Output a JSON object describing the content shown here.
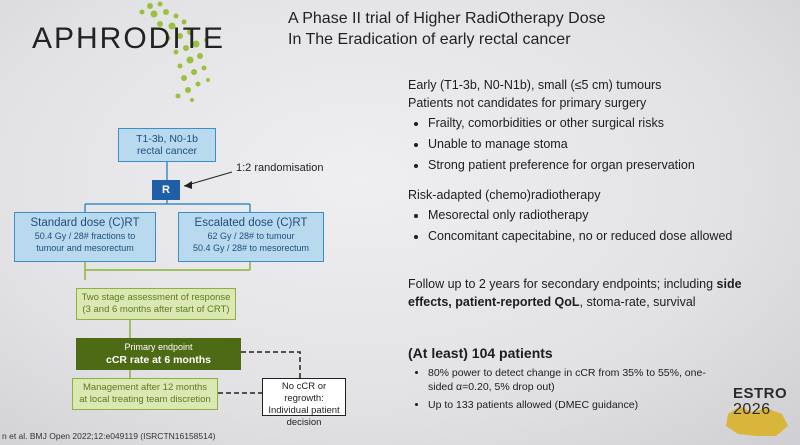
{
  "logo": {
    "text": "APHRODITE"
  },
  "title": {
    "line1": "A Phase II trial of Higher RadiOtherapy Dose",
    "line2": "In The Eradication of early rectal cancer"
  },
  "flow": {
    "start_line1": "T1-3b, N0-1b",
    "start_line2": "rectal cancer",
    "randomisation": "1:2 randomisation",
    "r_label": "R",
    "standard": {
      "title": "Standard dose (C)RT",
      "l1": "50.4 Gy / 28# fractions to",
      "l2": "tumour and mesorectum"
    },
    "escalated": {
      "title": "Escalated dose (C)RT",
      "l1": "62 Gy / 28# to tumour",
      "l2": "50.4 Gy / 28# to mesorectum"
    },
    "assessment": "Two stage assessment of response (3 and 6 months after start of CRT)",
    "primary_l1": "Primary endpoint",
    "primary_l2": "cCR rate at 6 months",
    "management": "Management after 12 months at local treating team discretion",
    "no_ccr": "No cCR or regrowth: Individual patient decision"
  },
  "right": {
    "block1_head1": "Early (T1-3b, N0-N1b), small (≤5 cm) tumours",
    "block1_head2": "Patients not candidates for primary surgery",
    "block1_items": [
      "Frailty, comorbidities or other surgical risks",
      "Unable to manage stoma",
      "Strong patient preference for organ preservation"
    ],
    "block2_head": "Risk-adapted (chemo)radiotherapy",
    "block2_items": [
      "Mesorectal only radiotherapy",
      "Concomitant capecitabine, no or reduced dose allowed"
    ],
    "block3_a": "Follow up to 2 years for secondary endpoints; including ",
    "block3_b": "side effects, patient-reported QoL",
    "block3_c": ", stoma-rate, survival",
    "block4_head": "(At least) 104 patients",
    "block4_items": [
      "80% power to detect change in cCR from 35% to 55%, one-sided α=0.20, 5% drop out)",
      "Up to 133 patients allowed (DMEC guidance)"
    ]
  },
  "reference": "n et al. BMJ Open 2022;12:e049119 (ISRCTN16158514)",
  "estro": {
    "line1": "ESTRO",
    "line2": "2026"
  }
}
